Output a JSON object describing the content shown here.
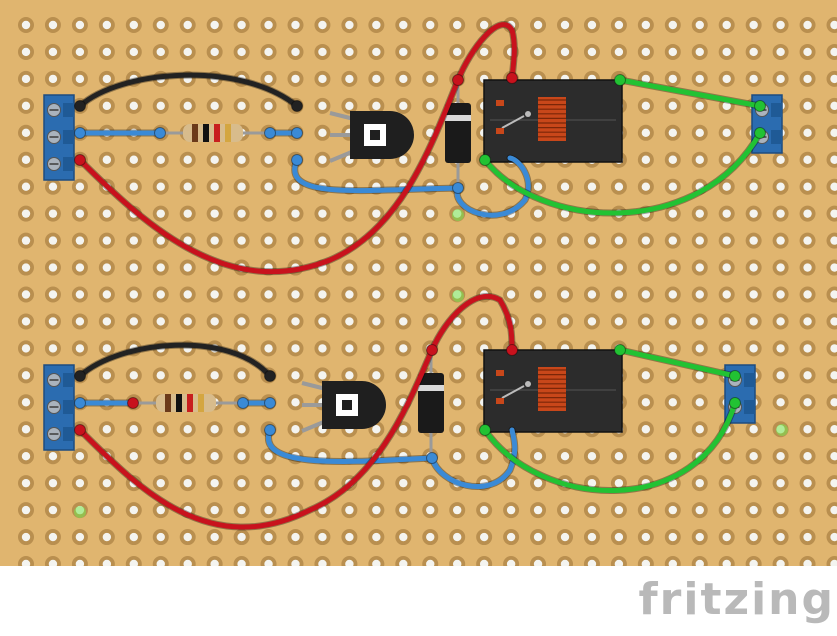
{
  "app": {
    "logo_text": "fritzing"
  },
  "board": {
    "color": "#e0b56f",
    "hole_color": "#b98f4f",
    "hole_center": "#f4f4f0",
    "rows": 21,
    "cols": 31
  },
  "colors": {
    "wire_red": "#c8121d",
    "wire_black": "#222222",
    "wire_blue": "#3a8ad6",
    "wire_green": "#22c233",
    "terminal_block": "#2b6cb0",
    "relay_body": "#2c2c2c",
    "coil": "#c8471a",
    "transistor": "#1f1f1f"
  },
  "components": {
    "terminal_blocks": [
      "terminal-block-3pin",
      "terminal-block-2pin"
    ],
    "resistor_bands": [
      "#6b3a1a",
      "#111111",
      "#c81e1e",
      "#d4a640"
    ],
    "icons": [
      "screw-icon",
      "transistor-icon",
      "diode-icon",
      "relay-icon",
      "coil-icon"
    ]
  }
}
